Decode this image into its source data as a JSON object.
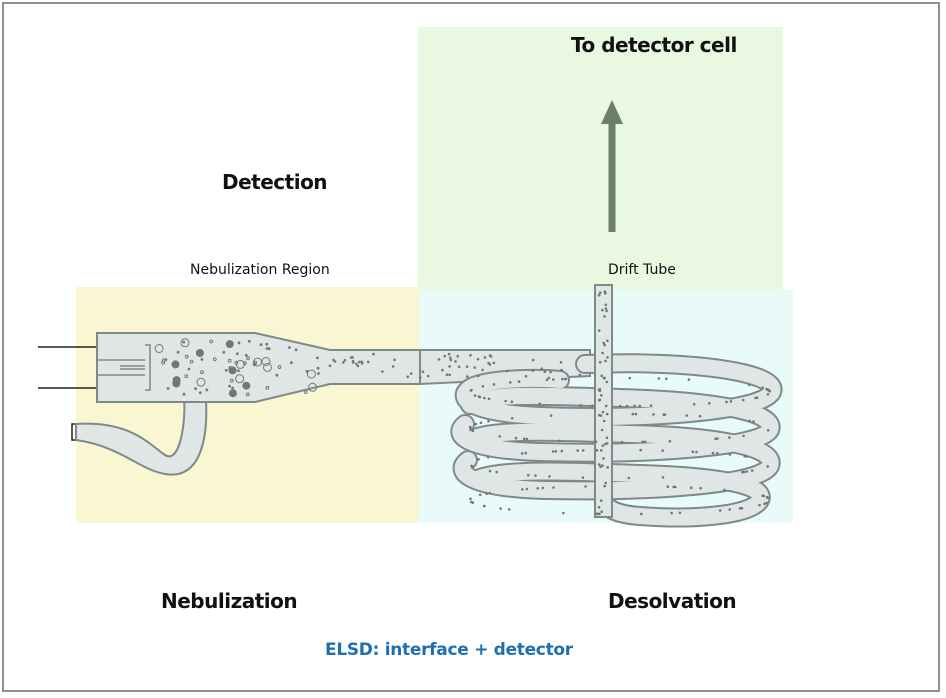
{
  "labels": {
    "to_detector": "To detector cell",
    "detection": "Detection",
    "nebulization_region": "Nebulization Region",
    "drift_tube": "Drift Tube",
    "nebulization": "Nebulization",
    "desolvation": "Desolvation",
    "caption": "ELSD: interface + detector"
  },
  "colors": {
    "detection_zone": "#e9f8e1",
    "nebulization_zone": "#fbf6d2",
    "desolvation_zone": "#e9fbf9",
    "tube_fill": "#e0e6e6",
    "tube_stroke": "#7e8a8a",
    "arrow": "#6b7f6b",
    "caption": "#1f6fb0"
  }
}
